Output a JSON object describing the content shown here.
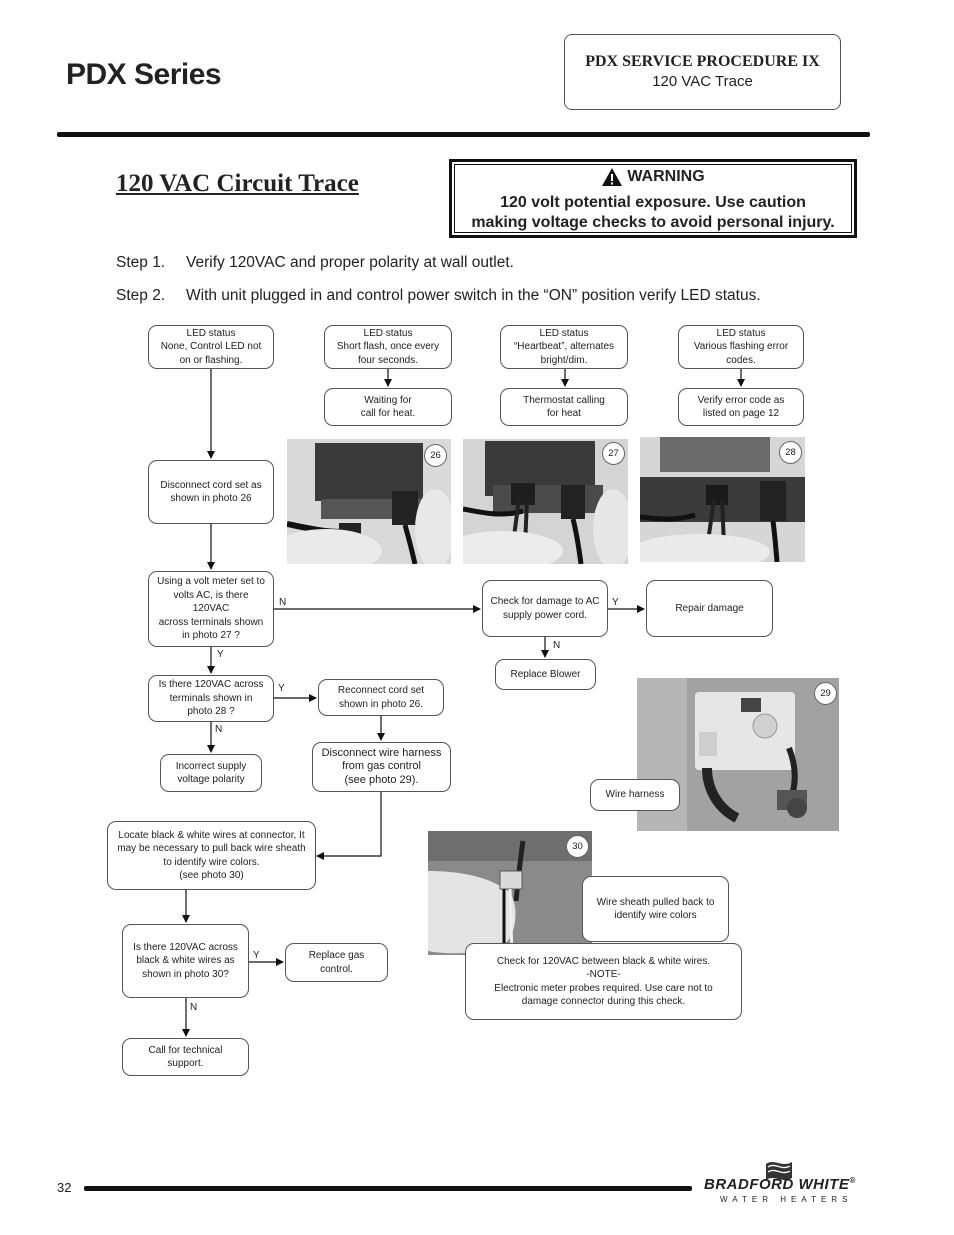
{
  "header": {
    "series_title": "PDX Series",
    "procedure_title": "PDX SERVICE PROCEDURE  IX",
    "procedure_subtitle": "120 VAC Trace"
  },
  "section_title": "120 VAC Circuit Trace",
  "warning": {
    "heading": "WARNING",
    "line1": "120 volt potential exposure. Use caution",
    "line2": "making voltage checks to avoid personal injury."
  },
  "steps": [
    {
      "label": "Step 1.",
      "text": "Verify 120VAC and proper polarity at wall outlet."
    },
    {
      "label": "Step 2.",
      "text": "With unit plugged in and control power switch in the “ON” position verify LED status."
    }
  ],
  "flow": {
    "led_none": "LED status\nNone, Control LED not\non or flashing.",
    "led_short": "LED status\nShort flash, once every\nfour seconds.",
    "led_heartbeat": "LED status\n“Heartbeat”, alternates\nbright/dim.",
    "led_various": "LED status\nVarious flashing error\ncodes.",
    "waiting": "Waiting for\ncall for heat.",
    "thermostat": "Thermostat calling\nfor heat",
    "verify_error": "Verify error code as\nlisted on page 12",
    "disconnect_cord": "Disconnect cord set as\nshown in photo 26",
    "volt_meter": "Using a volt meter set to\nvolts AC, is there 120VAC\nacross terminals shown\nin photo 27 ?",
    "check_damage": "Check for damage to AC\nsupply power cord.",
    "repair_damage": "Repair damage",
    "replace_blower": "Replace Blower",
    "terminals_28": "Is there 120VAC across\nterminals shown in\nphoto 28 ?",
    "reconnect_cord": "Reconnect cord set\nshown in photo 26.",
    "incorrect_polarity": "Incorrect supply\nvoltage polarity",
    "disconnect_harness": "Disconnect wire harness\nfrom gas control\n(see photo 29).",
    "wire_harness": "Wire harness",
    "locate_wires": "Locate black & white wires at connector, It\nmay be necessary to pull back wire sheath\nto identify wire colors.\n(see photo 30)",
    "wire_sheath": "Wire sheath pulled back to\nidentify wire colors",
    "check_bw": "Check for 120VAC between black & white wires.\n-NOTE-\nElectronic meter probes required. Use care not to\ndamage connector during this check.",
    "bw_question": "Is there 120VAC across\nblack & white wires as\nshown in photo 30?",
    "replace_gas": "Replace gas\ncontrol.",
    "call_support": "Call for technical\nsupport."
  },
  "branch_labels": {
    "n": "N",
    "y": "Y"
  },
  "photos": [
    "26",
    "27",
    "28",
    "29",
    "30"
  ],
  "footer": {
    "page_number": "32",
    "brand": "BRADFORD WHITE",
    "brand_registered": "®",
    "brand_tagline": "WATER HEATERS"
  }
}
